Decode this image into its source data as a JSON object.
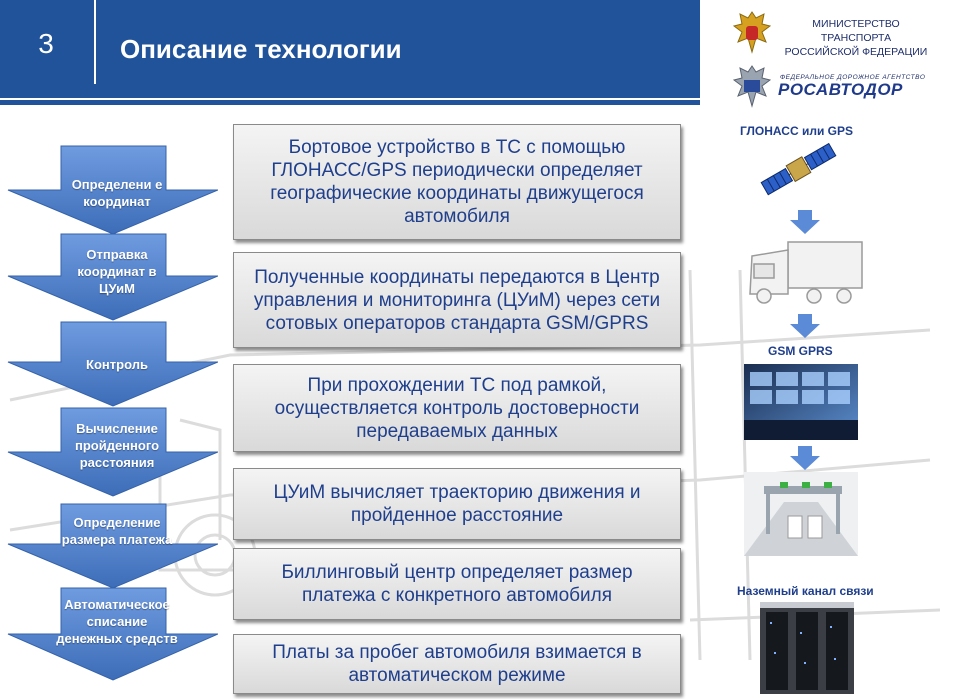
{
  "header": {
    "slide_number": "3",
    "title": "Описание технологии"
  },
  "logos": {
    "ministry_line1": "МИНИСТЕРСТВО ТРАНСПОРТА",
    "ministry_line2": "РОССИЙСКОЙ ФЕДЕРАЦИИ",
    "agency_small": "ФЕДЕРАЛЬНОЕ ДОРОЖНОЕ АГЕНТСТВО",
    "agency_name": "РОСАВТОДОР"
  },
  "steps": [
    {
      "label": "Определени е координат"
    },
    {
      "label": "Отправка координат в ЦУиМ"
    },
    {
      "label": "Контроль"
    },
    {
      "label": "Вычисление пройденного расстояния"
    },
    {
      "label": "Определение размера платежа"
    },
    {
      "label": "Автоматическое списание денежных средств"
    }
  ],
  "descriptions": [
    {
      "text": "Бортовое устройство в ТС с помощью ГЛОНАСС/GPS периодически определяет географические координаты движущегося автомобиля"
    },
    {
      "text": "Полученные координаты передаются в Центр управления и мониторинга (ЦУиМ) через сети сотовых операторов стандарта GSM/GPRS"
    },
    {
      "text": "При прохождении ТС под рамкой, осуществляется контроль достоверности передаваемых данных"
    },
    {
      "text": "ЦУиМ вычисляет траекторию движения и пройденное расстояние"
    },
    {
      "text": "Биллинговый центр определяет размер платежа с  конкретного автомобиля"
    },
    {
      "text": "Платы за пробег автомобиля взимается в автоматическом режиме"
    }
  ],
  "right_column": {
    "label_satellite": "ГЛОНАСС или GPS",
    "label_gsm": "GSM GPRS",
    "label_ground": "Наземный канал связи"
  },
  "colors": {
    "header_blue": "#21539a",
    "text_blue": "#1f3f8c",
    "arrow_blue": "#4f7fc6"
  }
}
